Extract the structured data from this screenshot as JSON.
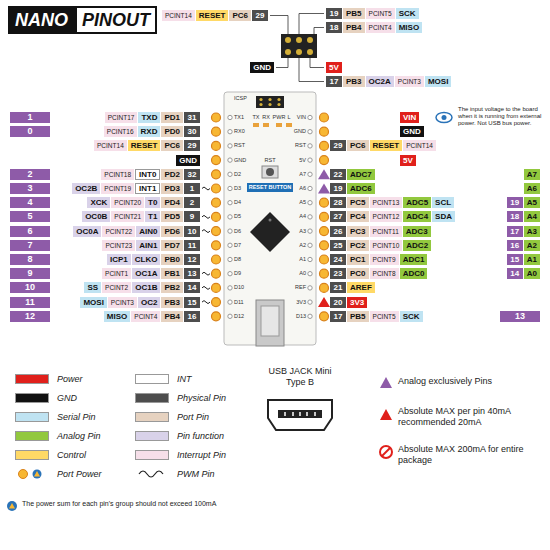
{
  "diagram": {
    "labels": [
      "NANO",
      "PINOUT",
      "PCINT14",
      "RESET",
      "PC6",
      "29",
      "19",
      "PB5",
      "PCINT5",
      "SCK",
      "18",
      "PB4",
      "PCINT4",
      "MISO",
      "GND",
      "5V",
      "17",
      "PB3",
      "OC2A",
      "PCINT3",
      "MOSI",
      "1",
      "PCINT17",
      "TXD",
      "PD1",
      "31",
      "0",
      "PCINT16",
      "RXD",
      "PD0",
      "30",
      "PCINT14",
      "RESET",
      "PC6",
      "29",
      "GND",
      "2",
      "PCINT18",
      "INT0",
      "PD2",
      "32",
      "3",
      "OC2B",
      "PCINT19",
      "INT1",
      "PD3",
      "1",
      "4",
      "XCK",
      "PCINT20",
      "T0",
      "PD4",
      "2",
      "5",
      "OC0B",
      "PCINT21",
      "T1",
      "PD5",
      "9",
      "6",
      "OC0A",
      "PCINT22",
      "AIN0",
      "PD6",
      "10",
      "7",
      "PCINT23",
      "AIN1",
      "PD7",
      "11",
      "8",
      "ICP1",
      "CLKO",
      "PB0",
      "12",
      "9",
      "PCINT1",
      "OC1A",
      "PB1",
      "13",
      "10",
      "SS",
      "PCINT2",
      "OC1B",
      "PB2",
      "14",
      "11",
      "MOSI",
      "PCINT3",
      "OC2",
      "PB3",
      "15",
      "12",
      "MISO",
      "PCINT4",
      "PB4",
      "16",
      "VIN",
      "GND",
      "29",
      "PC6",
      "RESET",
      "PCINT14",
      "5V",
      "22",
      "ADC7",
      "A7",
      "19",
      "ADC6",
      "A6",
      "28",
      "PC5",
      "PCINT13",
      "ADC5",
      "SCL",
      "19",
      "A5",
      "27",
      "PC4",
      "PCINT12",
      "ADC4",
      "SDA",
      "18",
      "A4",
      "26",
      "PC3",
      "PCINT11",
      "ADC3",
      "17",
      "A3",
      "25",
      "PC2",
      "PCINT10",
      "ADC2",
      "16",
      "A2",
      "24",
      "PC1",
      "PCINT9",
      "ADC1",
      "15",
      "A1",
      "23",
      "PC0",
      "PCINT8",
      "ADC0",
      "14",
      "A0",
      "21",
      "AREF",
      "20",
      "3V3",
      "17",
      "PB5",
      "PCINT5",
      "SCK",
      "13",
      "The input voltage to the board when it is running from external power. Not USB bus power.",
      "ICSP",
      "TX",
      "RX",
      "PWR",
      "L",
      "RST",
      "RESET BUTTON",
      "TX1",
      "RX0",
      "RST",
      "GND",
      "D2",
      "D3",
      "D4",
      "D5",
      "D6",
      "D7",
      "D8",
      "D9",
      "D10",
      "D11",
      "D12",
      "VIN",
      "GND",
      "RST",
      "5V",
      "A7",
      "A6",
      "A5",
      "A4",
      "A3",
      "A2",
      "A1",
      "A0",
      "REF",
      "3V3",
      "D13",
      "USB JACK Mini Type B",
      "Analog exclusively Pins",
      "Absolute MAX per pin 40mA recommended 20mA",
      "Absolute MAX 200mA for entire package",
      "The power sum for each pin's group should not exceed 100mA"
    ],
    "legend": [
      {
        "text": "Power",
        "color": "#e0201b"
      },
      {
        "text": "GND",
        "color": "#111111"
      },
      {
        "text": "Serial Pin",
        "color": "#bfe3f2"
      },
      {
        "text": "Analog Pin",
        "color": "#92c83e"
      },
      {
        "text": "Control",
        "color": "#ffd966"
      },
      {
        "text": "Port Power"
      },
      {
        "text": "INT",
        "color": "#ffffff"
      },
      {
        "text": "Physical Pin",
        "color": "#4d4d4d"
      },
      {
        "text": "Port Pin",
        "color": "#e6d2c0"
      },
      {
        "text": "Pin function",
        "color": "#d9d2e9"
      },
      {
        "text": "Interrupt Pin",
        "color": "#f6dfe9"
      },
      {
        "text": "PWM Pin"
      }
    ]
  }
}
